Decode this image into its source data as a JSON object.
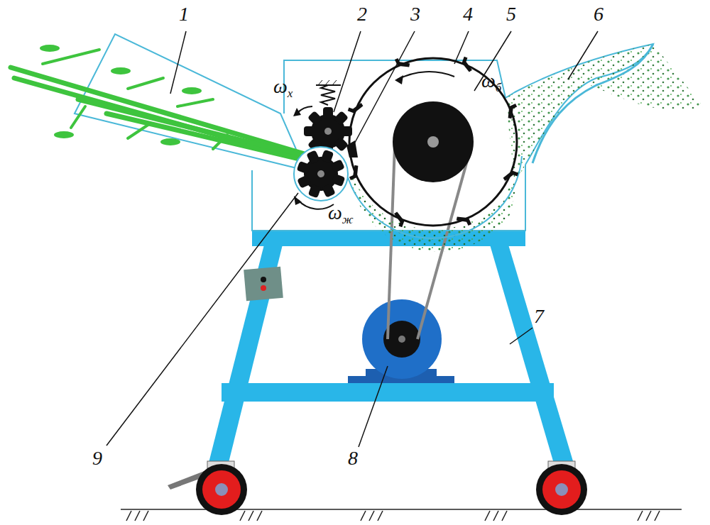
{
  "diagram": {
    "labels": [
      "1",
      "2",
      "3",
      "4",
      "5",
      "6",
      "ωх",
      "ωб",
      "ωж",
      "7",
      "8",
      "9"
    ]
  }
}
